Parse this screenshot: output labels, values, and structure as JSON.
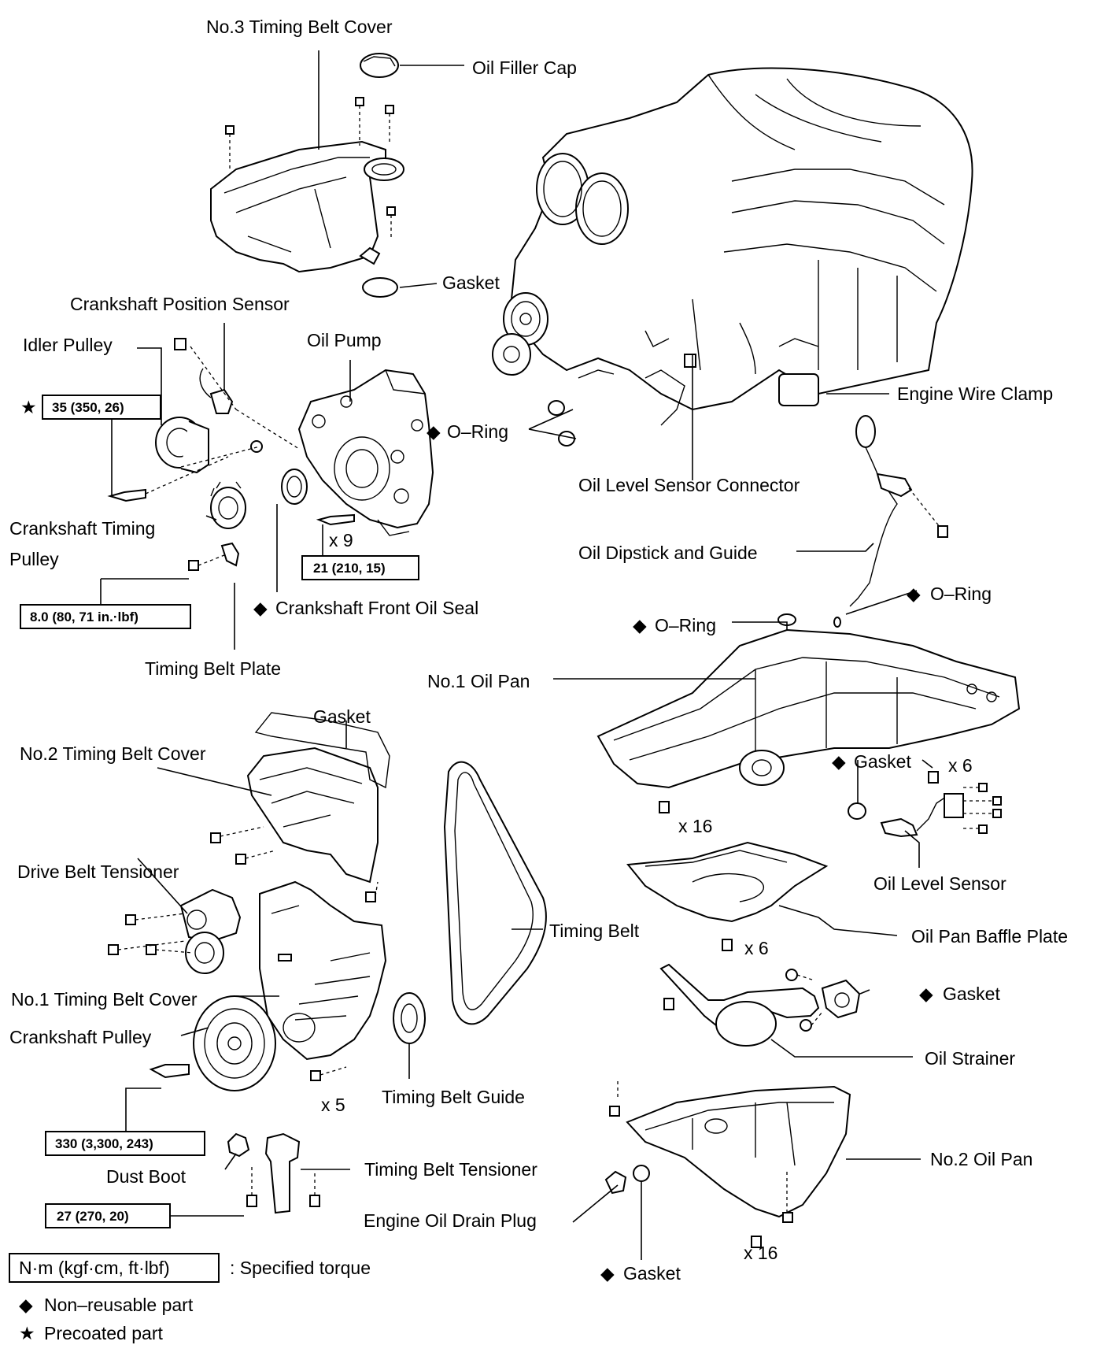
{
  "labels": {
    "no3_timing_belt_cover": "No.3 Timing Belt Cover",
    "oil_filler_cap": "Oil Filler Cap",
    "gasket_top": "Gasket",
    "crankshaft_position_sensor": "Crankshaft Position Sensor",
    "idler_pulley": "Idler Pulley",
    "oil_pump": "Oil Pump",
    "o_ring_pump": "O–Ring",
    "engine_wire_clamp": "Engine Wire Clamp",
    "oil_level_sensor_connector": "Oil Level Sensor Connector",
    "crankshaft_timing_pulley_1": "Crankshaft Timing",
    "crankshaft_timing_pulley_2": "Pulley",
    "x9": "x 9",
    "oil_dipstick_and_guide": "Oil Dipstick and Guide",
    "crankshaft_front_oil_seal": "Crankshaft Front Oil Seal",
    "o_ring_dipstick": "O–Ring",
    "o_ring_pan": "O–Ring",
    "timing_belt_plate": "Timing Belt Plate",
    "no1_oil_pan": "No.1 Oil Pan",
    "gasket_belt_cover": "Gasket",
    "no2_timing_belt_cover": "No.2 Timing Belt Cover",
    "gasket_pan": "Gasket",
    "x6_pan": "x 6",
    "x16_pan": "x 16",
    "drive_belt_tensioner": "Drive Belt Tensioner",
    "oil_level_sensor": "Oil Level Sensor",
    "timing_belt": "Timing Belt",
    "oil_pan_baffle_plate": "Oil Pan Baffle Plate",
    "x6_baffle": "x 6",
    "no1_timing_belt_cover": "No.1 Timing Belt Cover",
    "gasket_strainer": "Gasket",
    "crankshaft_pulley": "Crankshaft Pulley",
    "oil_strainer": "Oil Strainer",
    "x5": "x 5",
    "timing_belt_guide": "Timing Belt Guide",
    "no2_oil_pan": "No.2 Oil Pan",
    "dust_boot": "Dust Boot",
    "timing_belt_tensioner": "Timing Belt Tensioner",
    "engine_oil_drain_plug": "Engine Oil Drain Plug",
    "x16_lower": "x 16",
    "gasket_drain": "Gasket"
  },
  "torque_specs": {
    "idler": "35 (350, 26)",
    "pump_bolts": "21 (210, 15)",
    "timing_plate": "8.0 (80, 71 in.·lbf)",
    "crank_pulley": "330 (3,300, 243)",
    "tensioner": "27 (270, 20)"
  },
  "legend": {
    "torque_box": "N·m (kgf·cm, ft·lbf)",
    "torque_text": ": Specified torque",
    "non_reusable": "Non–reusable part",
    "precoated": "Precoated part"
  },
  "symbols": {
    "diamond": "◆",
    "star": "★"
  }
}
